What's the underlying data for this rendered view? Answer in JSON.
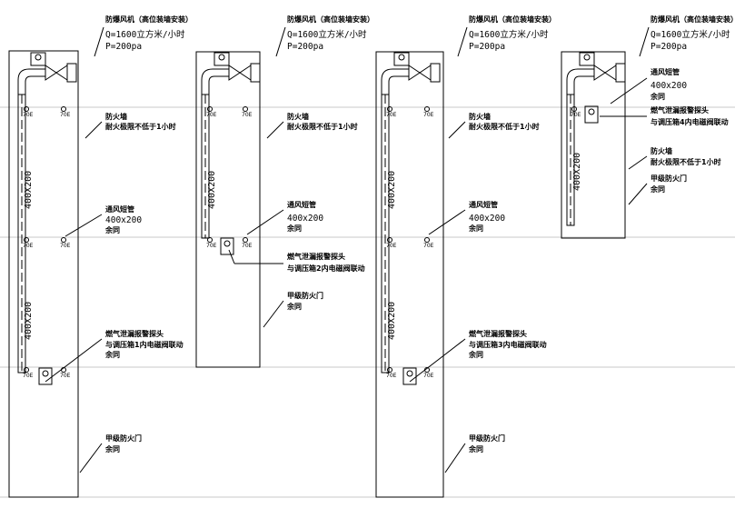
{
  "fan": {
    "title": "防爆风机（高位装墙安装）",
    "flow": "Q=1600立方米/小时",
    "pressure": "P=200pa"
  },
  "labels": {
    "fire_wall": "防火墙",
    "fire_wall_rating": "耐火极限不低于1小时",
    "duct_title": "通风短管",
    "duct_size": "400x200",
    "same": "余同",
    "fire_door": "甲级防火门",
    "riser_dim": "400X200",
    "slab_symbol": "70E"
  },
  "gas_detectors": [
    {
      "line1": "燃气泄漏报警探头",
      "line2": "与调压箱1内电磁阀联动"
    },
    {
      "line1": "燃气泄漏报警探头",
      "line2": "与调压箱2内电磁阀联动"
    },
    {
      "line1": "燃气泄漏报警探头",
      "line2": "与调压箱3内电磁阀联动"
    },
    {
      "line1": "燃气泄漏报警探头",
      "line2": "与调压箱4内电磁阀联动"
    }
  ]
}
